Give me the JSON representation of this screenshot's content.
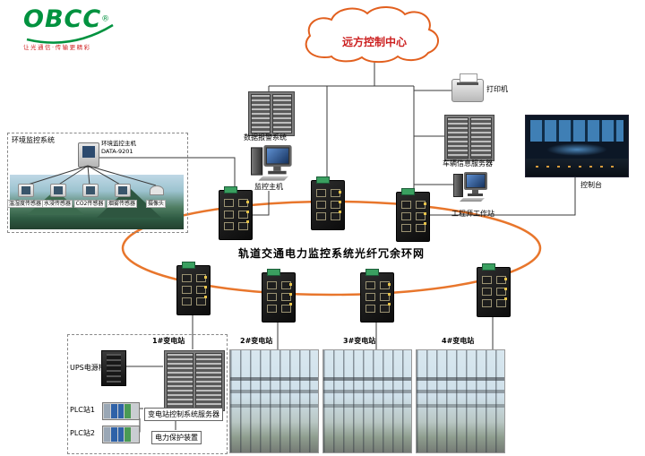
{
  "logo": {
    "brand": "OBCC",
    "reg": "®",
    "tagline": "让光通信·传输更精彩"
  },
  "cloud": {
    "label": "远方控制中心"
  },
  "devices": {
    "alarm_system": "数据报警系统",
    "monitor_host": "监控主机",
    "printer": "打印机",
    "vehicle_server": "车辆信息服务器",
    "engineer_workstation": "工程师工作站",
    "console": "控制台"
  },
  "env": {
    "title": "环境监控系统",
    "host_name": "环境监控主机",
    "host_model": "DATA-9201",
    "sensors": [
      "温湿度传感器",
      "水浸传感器",
      "CO2传感器",
      "烟雾传感器",
      "摄像头"
    ]
  },
  "ring": {
    "label": "轨道交通电力监控系统光纤冗余环网",
    "color": "#e8762c"
  },
  "stations": [
    "1#变电站",
    "2#变电站",
    "3#变电站",
    "4#变电站"
  ],
  "station1": {
    "ups": "UPS电源柜",
    "plc1": "PLC站1",
    "plc2": "PLC站2",
    "server": "变电站控制系统服务器",
    "protection": "电力保护装置"
  },
  "colors": {
    "ring_orange": "#e8762c",
    "brand_green": "#00923f",
    "accent_red": "#cc2020"
  }
}
